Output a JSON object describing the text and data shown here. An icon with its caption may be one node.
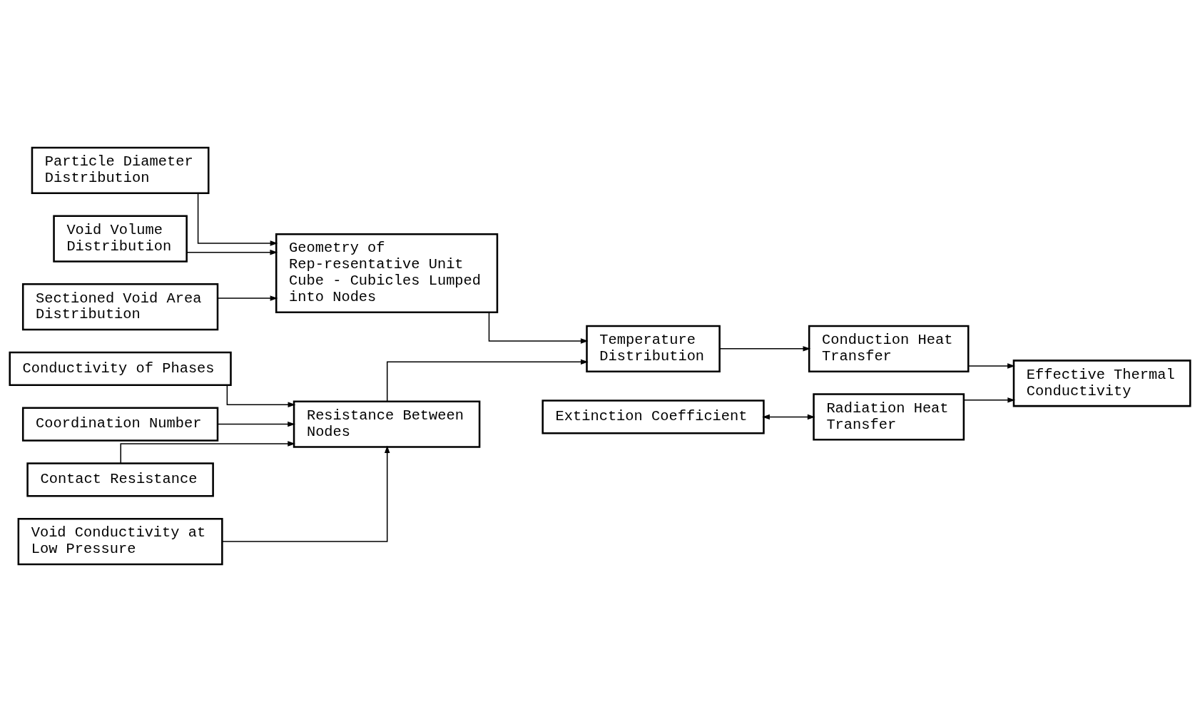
{
  "diagram": {
    "nodes": [
      {
        "text": [
          "Particle Diameter Distribution"
        ]
      },
      {
        "text": [
          "Void Volume Distribution"
        ]
      },
      {
        "text": [
          "Sectioned Void Area Distribution"
        ]
      },
      {
        "text": [
          "Geometry of Rep-resentative Unit Cube - Cubicles Lumped into Nodes"
        ]
      },
      {
        "text": [
          "Conductivity of Phases"
        ]
      },
      {
        "text": [
          "Coordination Number"
        ]
      },
      {
        "text": [
          "Contact Resistance"
        ]
      },
      {
        "text": [
          "Void Conductivity at Low Pressure"
        ]
      },
      {
        "text": [
          "Resistance Between Nodes"
        ]
      },
      {
        "text": [
          "Temperature Distribution"
        ]
      },
      {
        "text": [
          "Conduction Heat Transfer"
        ]
      },
      {
        "text": [
          "Effective Thermal Conductivity"
        ]
      },
      {
        "text": [
          "Extinction Coefficient"
        ]
      },
      {
        "text": [
          "Radiation Heat Transfer"
        ]
      }
    ],
    "edges": [
      {
        "from": 0,
        "to": 3,
        "arrow": "to"
      },
      {
        "from": 1,
        "to": 3,
        "arrow": "to"
      },
      {
        "from": 2,
        "to": 3,
        "arrow": "to"
      },
      {
        "from": 4,
        "to": 8,
        "arrow": "to"
      },
      {
        "from": 5,
        "to": 8,
        "arrow": "to"
      },
      {
        "from": 6,
        "to": 8,
        "arrow": "to"
      },
      {
        "from": 7,
        "to": 8,
        "arrow": "to"
      },
      {
        "from": 3,
        "to": 9,
        "arrow": "to"
      },
      {
        "from": 8,
        "to": 9,
        "arrow": "to"
      },
      {
        "from": 9,
        "to": 10,
        "arrow": "to"
      },
      {
        "from": 10,
        "to": 11,
        "arrow": "to"
      },
      {
        "from": 13,
        "to": 11,
        "arrow": "to"
      },
      {
        "from": 12,
        "to": 13,
        "arrow": "both"
      }
    ]
  }
}
